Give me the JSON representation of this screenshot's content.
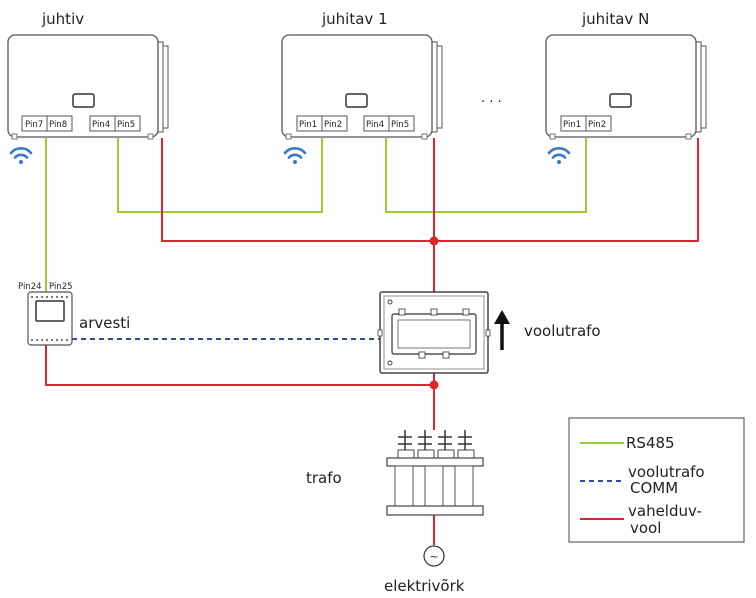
{
  "devices": {
    "master": {
      "label": "juhtiv",
      "pins": [
        "Pin7",
        "Pin8",
        "Pin4",
        "Pin5"
      ]
    },
    "slave1": {
      "label": "juhitav 1",
      "pins": [
        "Pin1",
        "Pin2",
        "Pin4",
        "Pin5"
      ]
    },
    "slaveN": {
      "label": "juhitav N",
      "pins": [
        "Pin1",
        "Pin2"
      ]
    },
    "ellipsis": ". . ."
  },
  "meter": {
    "label": "arvesti",
    "pins": [
      "Pin24",
      "Pin25"
    ]
  },
  "ct": {
    "label": "voolutrafo"
  },
  "transformer": {
    "label": "trafo"
  },
  "grid": {
    "label": "elektrivõrk",
    "symbol": "~"
  },
  "legend": {
    "items": [
      {
        "label": "RS485",
        "color": "#9acd32",
        "style": "solid"
      },
      {
        "label": "voolutrafo COMM",
        "lines": [
          "voolutrafo",
          "COMM"
        ],
        "color": "#2d4ea0",
        "style": "dashed"
      },
      {
        "label": "vahelduv-vool",
        "lines": [
          "vahelduv-",
          "vool"
        ],
        "color": "#e0242b",
        "style": "solid"
      }
    ]
  },
  "colors": {
    "rs485": "#9acd32",
    "comm": "#2d4ea0",
    "ac": "#e0242b",
    "wifi": "#3a78c9"
  }
}
